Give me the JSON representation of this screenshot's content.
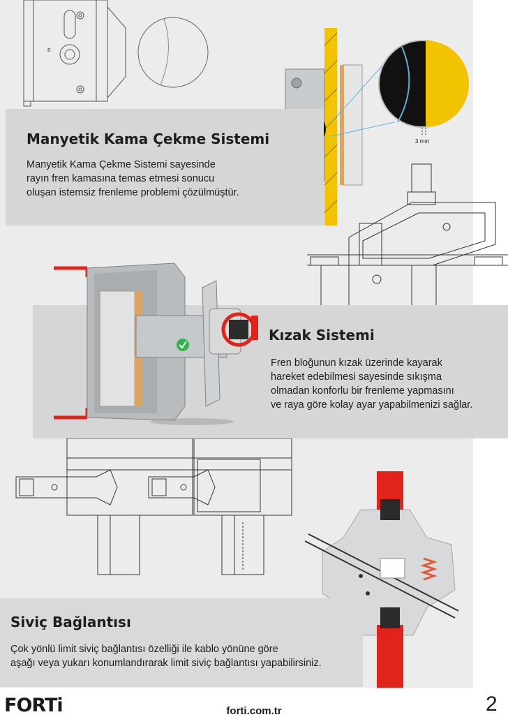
{
  "sections": [
    {
      "title": "Manyetik Kama Çekme Sistemi",
      "body": "Manyetik Kama Çekme Sistemi sayesinde\nrayın fren kamasına temas etmesi sonucu\noluşan istemsiz frenleme problemi çözülmüştür."
    },
    {
      "title": "Kızak Sistemi",
      "body": "Fren bloğunun kızak üzerinde kayarak\nhareket edebilmesi sayesinde sıkışma\nolmadan konforlu bir frenleme yapmasını\nve raya göre kolay ayar yapabilmenizi sağlar."
    },
    {
      "title": "Siviç Bağlantısı",
      "body": "Çok yönlü limit siviç bağlantısı özelliği ile kablo yönüne göre\naşağı veya yukarı konumlandırarak limit siviç bağlantısı yapabilirsiniz."
    }
  ],
  "drawing_labels": {
    "dimension": "3 mm",
    "detail_letter": "B"
  },
  "footer": {
    "logo": "FORTi",
    "url": "forti.com.tr",
    "page_number": "2"
  },
  "colors": {
    "panel_gray": "#d6d6d7",
    "page_gray": "#ececec",
    "accent_yellow": "#f2c400",
    "accent_red": "#e0231b",
    "accent_blue": "#5ab3d6",
    "text_dark": "#1d1d1f"
  }
}
